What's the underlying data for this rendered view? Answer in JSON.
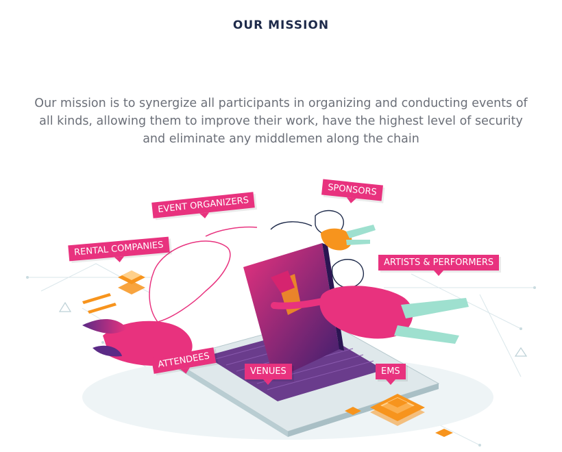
{
  "section": {
    "title": "OUR MISSION",
    "description": "Our mission is to synergize all participants in organizing and conducting events of all kinds, allowing them to improve their work, have the highest level of security and eliminate any middlemen along the chain"
  },
  "illustration": {
    "labels": {
      "event_organizers": "EVENT ORGANIZERS",
      "sponsors": "SPONSORS",
      "rental_companies": "RENTAL COMPANIES",
      "artists_performers": "ARTISTS & PERFORMERS",
      "attendees": "ATTENDEES",
      "venues": "VENUES",
      "ems": "EMS"
    },
    "colors": {
      "tag": "#e8327e",
      "magenta": "#d6246f",
      "purple": "#5b2a86",
      "orange": "#f7941d",
      "mint": "#9ee0cf",
      "laptop": "#c8d7dc"
    }
  }
}
